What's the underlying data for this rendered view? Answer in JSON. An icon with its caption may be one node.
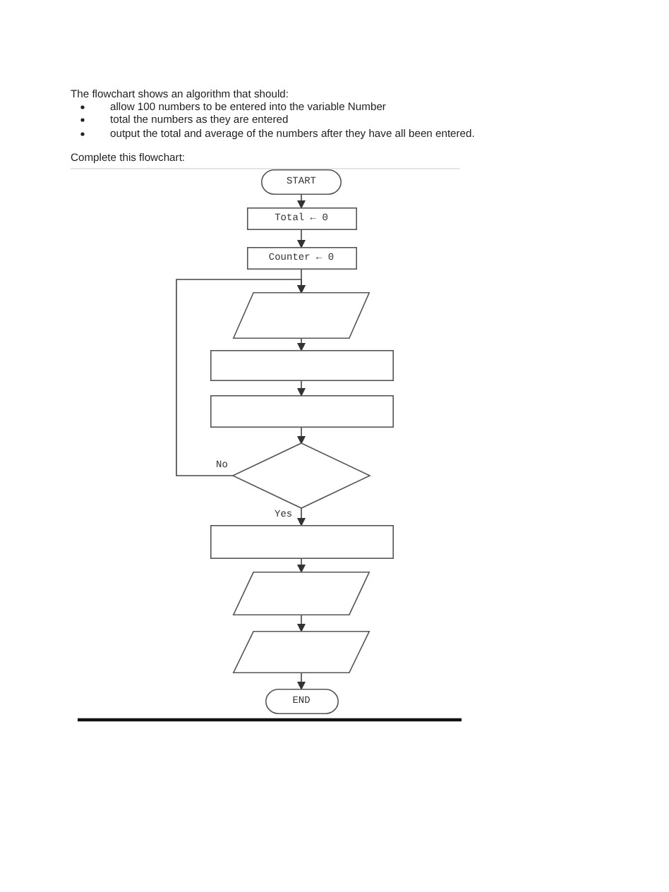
{
  "diagram": {
    "nodes": [
      {
        "text": [
          "START"
        ]
      },
      {
        "text": [
          "Total ← 0"
        ]
      },
      {
        "text": [
          "Counter ← 0"
        ]
      },
      {
        "text": [],
        "shape": "parallelogram"
      },
      {
        "text": [],
        "shape": "box"
      },
      {
        "text": [],
        "shape": "box"
      },
      {
        "text": [],
        "shape": "diamond"
      },
      {
        "text": [],
        "shape": "box"
      },
      {
        "text": [],
        "shape": "parallelogram"
      },
      {
        "text": [],
        "shape": "parallelogram"
      },
      {
        "text": [
          "END"
        ]
      }
    ],
    "edges": [
      {
        "from": 0,
        "to": 1,
        "arrow": "to"
      },
      {
        "from": 1,
        "to": 2,
        "arrow": "to"
      },
      {
        "from": 2,
        "to": 3,
        "arrow": "to"
      },
      {
        "from": 3,
        "to": 4,
        "arrow": "to"
      },
      {
        "from": 4,
        "to": 5,
        "arrow": "to"
      },
      {
        "from": 5,
        "to": 6,
        "arrow": "to"
      },
      {
        "from": 6,
        "to": 3,
        "arrow": "to",
        "label": "No"
      },
      {
        "from": 6,
        "to": 7,
        "arrow": "to",
        "label": "Yes"
      },
      {
        "from": 7,
        "to": 8,
        "arrow": "to"
      },
      {
        "from": 8,
        "to": 9,
        "arrow": "to"
      },
      {
        "from": 9,
        "to": 10,
        "arrow": "to"
      }
    ],
    "labels": [
      "The flowchart shows an algorithm that should:",
      "allow 100 numbers to be entered into the variable Number",
      "total the numbers as they are entered",
      "output the total and average of the numbers after they have all been entered.",
      "Complete this flowchart:"
    ]
  }
}
